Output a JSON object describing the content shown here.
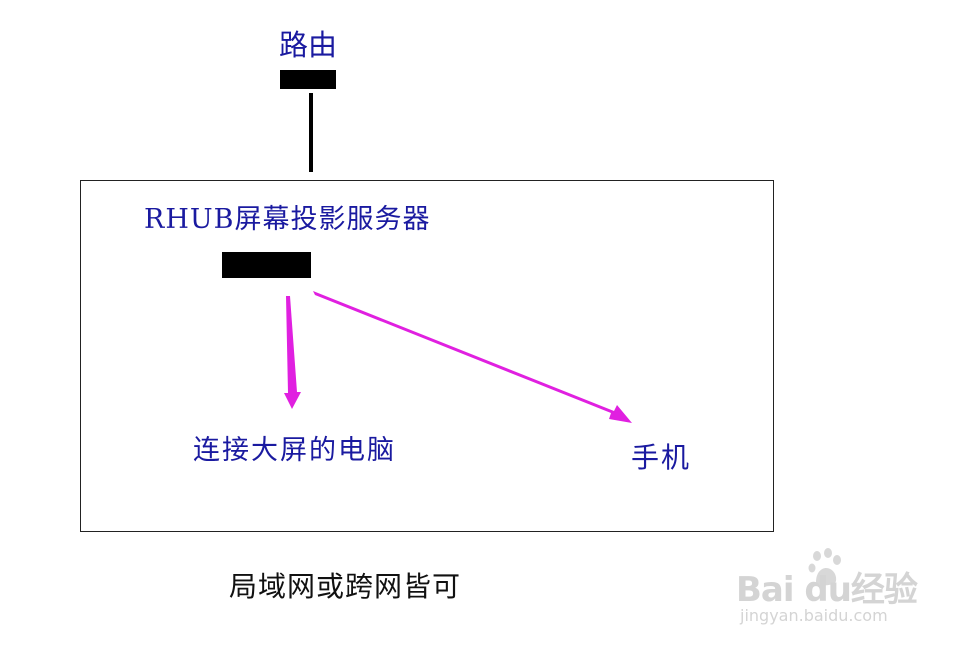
{
  "router": {
    "label": "路由"
  },
  "server": {
    "label": "RHUB屏幕投影服务器"
  },
  "pc": {
    "label": "连接大屏的电脑"
  },
  "phone": {
    "label": "手机"
  },
  "network": {
    "label": "局域网或跨网皆可"
  },
  "watermark": {
    "logo_text": "Bai du经验",
    "url": "jingyan.baidu.com"
  },
  "colors": {
    "label_blue": "#1a1aa0",
    "arrow_magenta": "#e020e0",
    "block_black": "#000000"
  }
}
